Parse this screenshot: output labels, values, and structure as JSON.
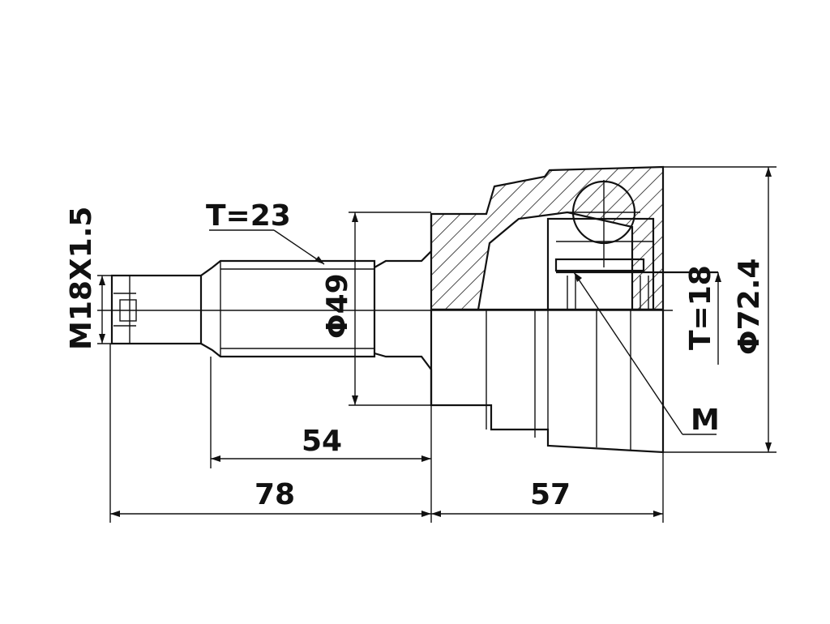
{
  "labels": {
    "thread": "M18X1.5",
    "spline_outer": "T=23",
    "shaft_diameter": "Φ49",
    "spline_inner": "T=18",
    "outer_diameter": "Φ72.4",
    "marker": "M",
    "length_54": "54",
    "length_78": "78",
    "length_57": "57"
  },
  "colors": {
    "ink": "#111111",
    "background": "#ffffff"
  }
}
